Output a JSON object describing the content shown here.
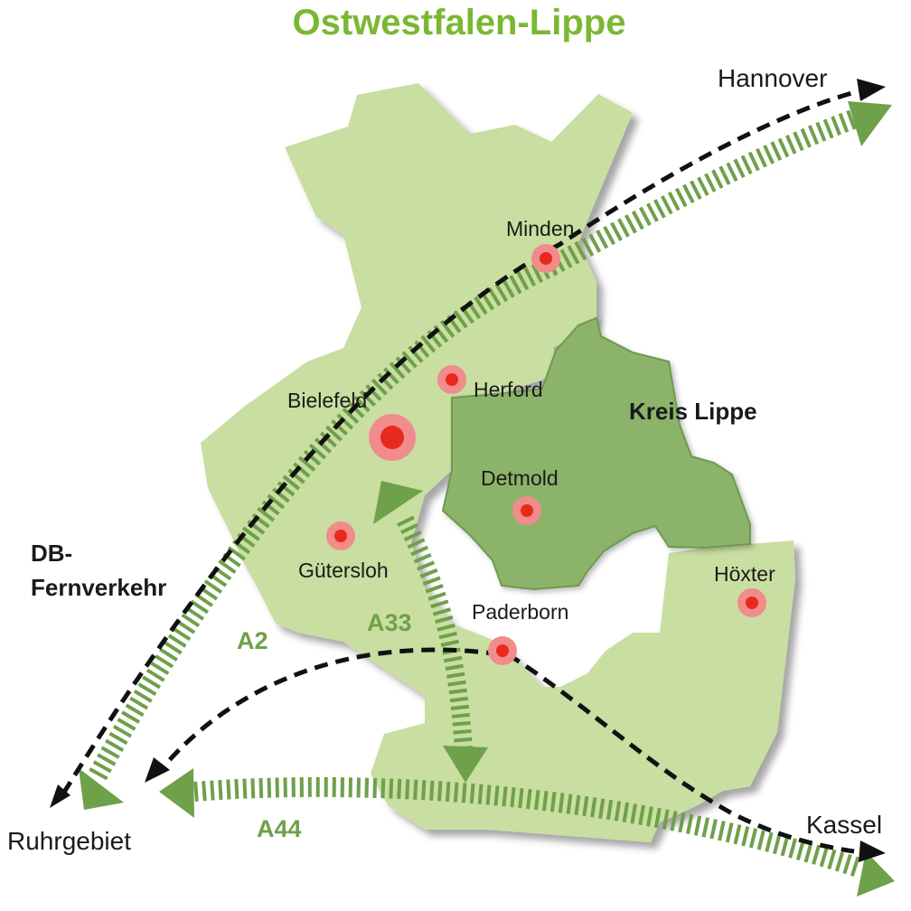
{
  "title": "Ostwestfalen-Lippe",
  "colors": {
    "title": "#7ab833",
    "region_fill": "#c9dea1",
    "lippe_fill": "#8cb36a",
    "lippe_stroke": "#6f9950",
    "route_green": "#6fa04a",
    "rail_black": "#111111",
    "city_halo": "#f08c8c",
    "city_core": "#e8291c"
  },
  "destinations": {
    "hannover": "Hannover",
    "kassel": "Kassel",
    "ruhrgebiet": "Ruhrgebiet"
  },
  "region": {
    "lippe_label": "Kreis Lippe"
  },
  "cities": {
    "minden": "Minden",
    "herford": "Herford",
    "bielefeld": "Bielefeld",
    "detmold": "Detmold",
    "guetersloh": "Gütersloh",
    "paderborn": "Paderborn",
    "hoexter": "Höxter"
  },
  "legend": {
    "rail_line1": "DB-",
    "rail_line2": "Fernverkehr"
  },
  "roads": {
    "a2": "A2",
    "a33": "A33",
    "a44": "A44"
  },
  "icons": {
    "city_marker": "circle-dot-icon",
    "arrow_head": "arrow-head-icon"
  }
}
